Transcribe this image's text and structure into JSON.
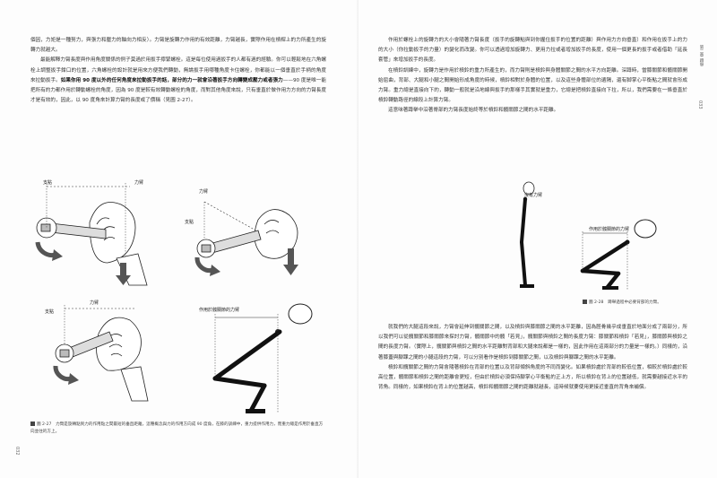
{
  "left_page": {
    "paragraphs": [
      {
        "indent": false,
        "text": "個因，力矩是一種努力，與張力和壓力的軸向力相反）。力臂是旋轉力作用的有效距離，力臂越長，實際作用在槓桿上的力所產生的旋轉力就越大。"
      },
      {
        "indent": true,
        "text": "最能解釋力臂長度與作用角度關係的例子莫過於用扳手擰緊螺栓。這是每位使用過扳手的人都有過的經驗。你可以輕鬆地在六角螺栓上調整扳手鉗口的位置，六角螺栓的設計就是用來方便我們轉動，無論扳手用哪種角度卡住螺栓，你都能以一個垂直於手柄的角度來拉動扳手。",
        "bold": "如果你用 90 度以外的任何角度來拉動扳手的話，部分的力一就會沿著扳手方向轉變成壓力或者張力",
        "tail": "——90 度是唯一能把所有的力都作用於轉動螺栓的角度，因為 90 度是較有效轉動螺栓的角度，而對其他角度來說，只有垂直於做作用力方向的力臂長度才是有效的，因此，以 90 度角來計算力臂的長度或了價稱（見圖 2-27）。"
      }
    ],
    "labels": {
      "fulcrum_1": "支點",
      "moment_arm_1": "力臂",
      "fulcrum_2": "支點",
      "moment_arm_3": "力臂",
      "fulcrum_3": "支點",
      "force_on_knee": "作用於髖關節的力臂"
    },
    "caption": {
      "number": "圖 2-27",
      "text": "力臂是旋轉點到力的作用點之間最短的垂直距離，這種概念與力的作用方向成 90 度角，在膝的訓練中，重力提供作用力，而重力總是作用於垂直方向並往的方上。"
    },
    "page_number": "032"
  },
  "right_page": {
    "paragraphs": [
      {
        "indent": true,
        "text": "作用於螺栓上的旋轉力的大小會隨著力臂長度（扳手的旋轉點與到你握住扳手的位置的距離）與作用力方向垂直）和作用在扳手上的力的大小（你拉動扳手的力量）的變化而改變。你可以透過增加旋轉力、更用力拉或者增加扳手的長度，使用一個更長的扳手或者借助「延長套管」來增加扳手的長度。"
      },
      {
        "indent": true,
        "text": "在槓鈴訓練中，旋轉力是作用於槓鈴的重力所產生的，而力臂則是槓鈴與身體關節之間的水平方向距離。深蹲時，當膝關節和髖關節開始屈曲，背部、大腿和小腿之間開始形成角度的時候，槓鈴相對於身體的位置，以及這些身體部位的遺隔，還有脚掌心平衡點之間就會形成力臂。重力總是直接向下的，轉動一般就是沿地線與扳手的那樣手其實就是重力，它總是把槓鈴直接向下拉，所以，我們需要在一條垂直於槓鈴轉動路徑的線段上計算力臂。"
      },
      {
        "indent": true,
        "text": "這意味著蹲舉中沿著脊部的力臂長度始終等於槓鈴和髖關節之間的水平距離。"
      },
      {
        "indent": true,
        "text": "就我們的大腿這段來說，力臂會延伸到髖關節之間，以及槓鈴與膝關節之間的水平距離，因為脛骨幾乎成垂直於地面分成了兩部分，所以我們可以從髖關節和膝關節來探討力臂，髖關節中的髖「若見」，髖關節與槓鈴之間的長度力臂：膝關節和槓鈴「若見」，膝關節與槓鈴之間的長度力臂。（實際上，髖關節與槓鈴之間的水平距離對背部和大腿來說都是一樣的，因此作用在這兩部分的力量是一樣的。）同樣的，沿著膝蓋與腳踝之間的小腿這段的力臂，可以分別看作是槓鈴到膝關節之間，以及槓鈴與腳踝之間的水平距離。"
      },
      {
        "indent": true,
        "text": "槓鈴和髖關節之間的力臂會隨著槓鈴在背部的位置以及背部傾斜角度的不同而變化。如果槓鈴處於背部的較低位置，相較於槓鈴處於較高位置，髖關節和槓鈴之間的距離會更短，但由於槓鈴必須保持腳掌心平衡點的正上方，所以槓鈴在背上的位置越低，就需要越接近水平的背角。同樣的，如果槓鈴在背上的位置越高，槓鈴和髖關節之間的距離就越長，這時候就要使用更接近垂直的背角來補償。"
      }
    ],
    "labels": {
      "no_moment_arm": "沒有力臂",
      "force_on_knee": "作用於髖關節的力臂"
    },
    "caption": {
      "number": "圖 2-28",
      "text": "蹲舉過程中必要背部的力臂。"
    },
    "side_tab": "第二章 蹲舉",
    "page_number": "033"
  }
}
